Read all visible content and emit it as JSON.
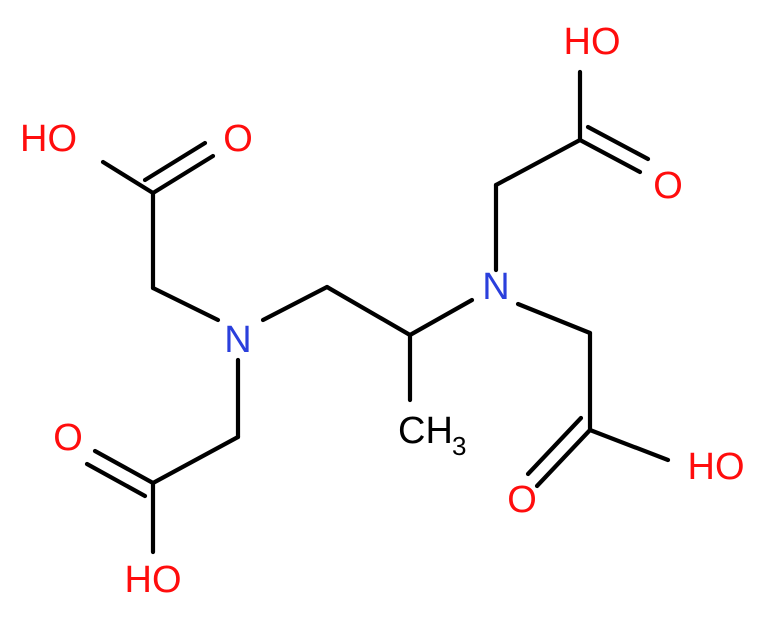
{
  "colors": {
    "carbon": "#000000",
    "oxygen": "#ff0d0d",
    "nitrogen": "#2a3fdc"
  },
  "labels": {
    "n_left": "N",
    "n_right": "N",
    "oh_top_left": "HO",
    "o_top_left": "O",
    "o_bottom_left": "O",
    "oh_bottom_left": "HO",
    "oh_top_right": "HO",
    "o_top_right": "O",
    "o_bottom_right": "O",
    "oh_bottom_right": "HO",
    "methyl_c": "CH",
    "methyl_sub": "3"
  }
}
